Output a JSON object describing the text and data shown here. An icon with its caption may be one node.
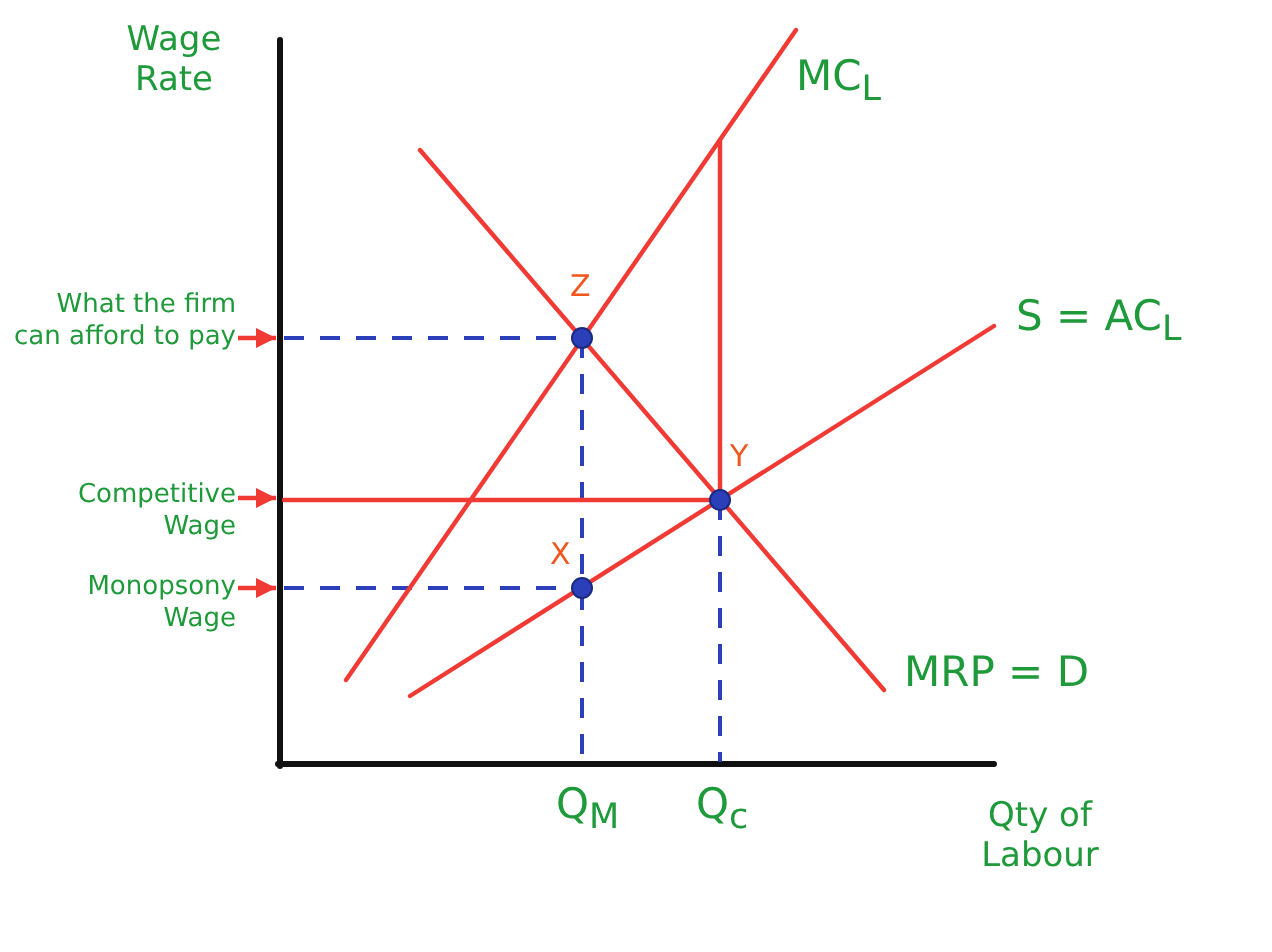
{
  "diagram": {
    "nodes": [
      {
        "text": [
          "What the firm can afford to pay"
        ]
      },
      {
        "text": [
          "Competitive Wage"
        ]
      },
      {
        "text": [
          "Monopsony Wage"
        ]
      }
    ],
    "edges": [
      {
        "from": 0,
        "to": null,
        "arrow": "to"
      },
      {
        "from": 1,
        "to": null,
        "arrow": "to"
      },
      {
        "from": 2,
        "to": null,
        "arrow": "to"
      }
    ],
    "labels": [
      "Wage Rate",
      "MC$_{L}$",
      "Z",
      "S = AC$_{L}$",
      "Y",
      "X",
      "MRP = D",
      "Q$_{M}$",
      "Q$_{c}$",
      "Qty of Labour"
    ]
  }
}
